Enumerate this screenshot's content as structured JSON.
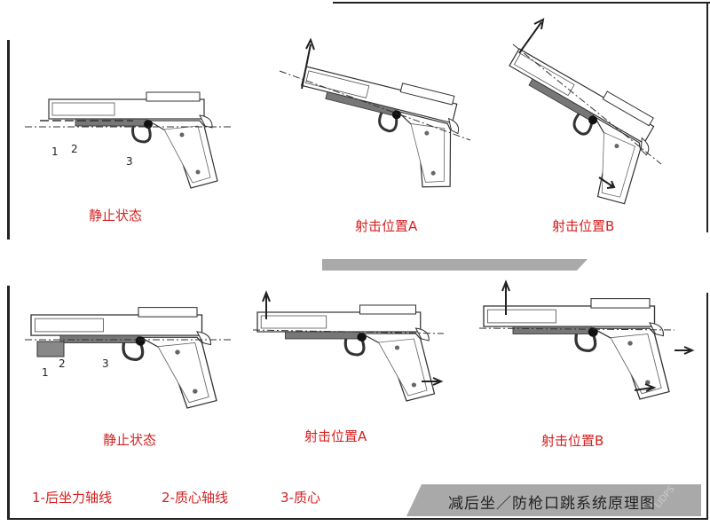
{
  "panels": {
    "top": {
      "rest_label": "静止状态",
      "fire_a_label": "射击位置A",
      "fire_b_label": "射击位置B",
      "callouts": [
        "1",
        "2",
        "3"
      ]
    },
    "bottom": {
      "rest_label": "静止状态",
      "fire_a_label": "射击位置A",
      "fire_b_label": "射击位置B",
      "callouts": [
        "1",
        "2",
        "3"
      ]
    }
  },
  "legend": {
    "item1": "1-后坐力轴线",
    "item2": "2-质心轴线",
    "item3": "3-质心"
  },
  "title": "减后坐／防枪口跳系统原理图",
  "watermark": "LIDPS",
  "colors": {
    "label": "#d42020",
    "band": "#a9a9a9",
    "line": "#222222"
  }
}
